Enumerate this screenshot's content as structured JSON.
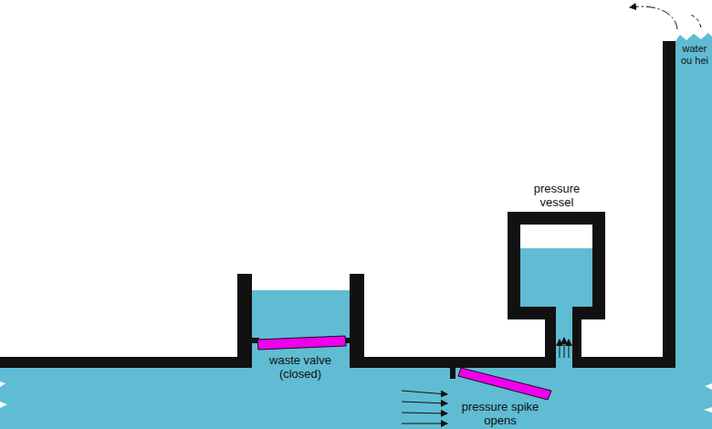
{
  "diagram": {
    "labels": [
      "pressure vessel",
      "waste valve (closed)",
      "pressure spike opens",
      "water ou hei"
    ]
  }
}
